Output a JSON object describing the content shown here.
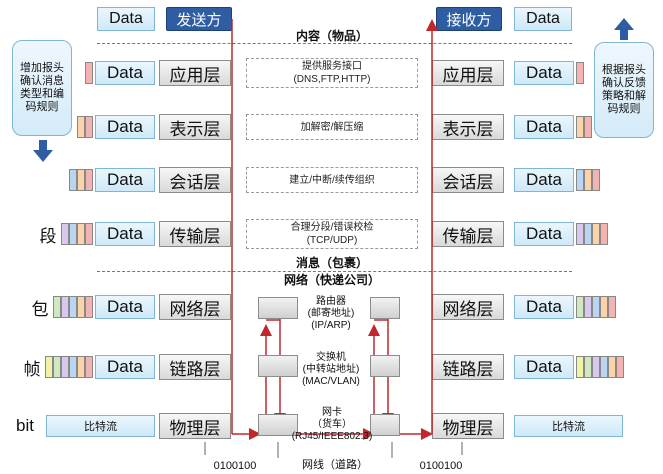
{
  "left_header": {
    "data": "Data",
    "title": "发送方"
  },
  "right_header": {
    "data": "Data",
    "title": "接收方"
  },
  "section_labels": {
    "content": "内容（物品）",
    "message": "消息（包裹）",
    "network": "网络（快递公司）"
  },
  "left_note": "增加报头确认消息类型和编码规则",
  "right_note": "根据报头确认反馈策略和解码规则",
  "data_label": "Data",
  "layers": [
    {
      "name": "应用层",
      "desc": "提供服务接口\n(DNS,FTP,HTTP)",
      "prefix": "",
      "strip": [
        "#f4b3b3"
      ]
    },
    {
      "name": "表示层",
      "desc": "加解密/解压缩",
      "prefix": "",
      "strip": [
        "#fbd3a8",
        "#f4b3b3"
      ]
    },
    {
      "name": "会话层",
      "desc": "建立/中断/续传组织",
      "prefix": "",
      "strip": [
        "#b9d5f0",
        "#fbd3a8",
        "#f4b3b3"
      ]
    },
    {
      "name": "传输层",
      "desc": "合理分段/错误校检\n(TCP/UDP)",
      "prefix": "段",
      "strip": [
        "#d9c8ee",
        "#b9d5f0",
        "#fbd3a8",
        "#f4b3b3"
      ]
    },
    {
      "name": "网络层",
      "desc": "",
      "prefix": "包",
      "strip": [
        "#cfe8c0",
        "#d9c8ee",
        "#b9d5f0",
        "#fbd3a8",
        "#f4b3b3"
      ]
    },
    {
      "name": "链路层",
      "desc": "",
      "prefix": "帧",
      "strip": [
        "#f2f2a6",
        "#cfe8c0",
        "#d9c8ee",
        "#b9d5f0",
        "#fbd3a8",
        "#f4b3b3"
      ]
    },
    {
      "name": "物理层",
      "desc": "",
      "prefix": "bit",
      "strip": []
    }
  ],
  "bitstream": "比特流",
  "center_nodes": [
    {
      "title": "路由器",
      "sub1": "(邮寄地址)",
      "sub2": "(IP/ARP)"
    },
    {
      "title": "交换机",
      "sub1": "(中转站地址)",
      "sub2": "(MAC/VLAN)"
    },
    {
      "title": "网卡",
      "sub1": "（货车）",
      "sub2": "(RJ45/IEEE802.3)"
    }
  ],
  "bottom": {
    "left_bits": "0100100",
    "right_bits": "0100100",
    "wire": "网线（道路）"
  },
  "colors": {
    "arrow_red": "#c0282d",
    "header_blue": "#2e5da3",
    "side_arrow": "#2e5da3"
  }
}
